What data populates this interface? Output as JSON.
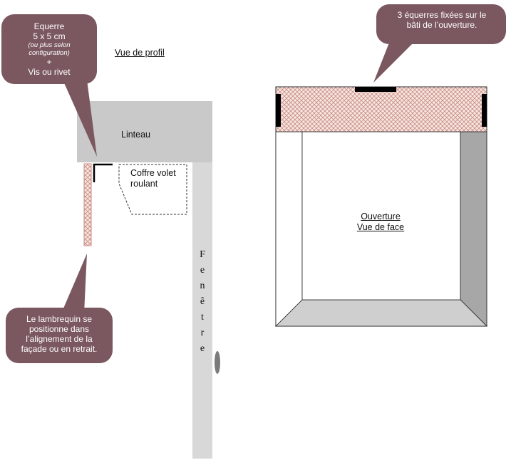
{
  "colors": {
    "callout": "#7b5860",
    "wall": "#c9c9c9",
    "window": "#d8d8d8",
    "hatch": "#c98a80",
    "bracket": "#000000"
  },
  "side_view": {
    "title": "Vue de profil",
    "lintel": "Linteau",
    "box_label_line1": "Coffre volet",
    "box_label_line2": "roulant",
    "window_letters": [
      "F",
      "e",
      "n",
      "ê",
      "t",
      "r",
      "e"
    ]
  },
  "callout_bracket": {
    "line1": "Equerre",
    "line2": "5 x 5 cm",
    "line3": "(ou plus selon",
    "line4": "configuration)",
    "line5": "+",
    "line6": "Vis ou rivet"
  },
  "callout_valance": {
    "line1": "Le lambrequin se",
    "line2": "positionne dans",
    "line3": "l’alignement de la",
    "line4": "façade ou en retrait."
  },
  "callout_front": {
    "line1": "3 équerres fixées sur le",
    "line2": "bâti de l’ouverture."
  },
  "front_view": {
    "line1": "Ouverture",
    "line2": "Vue de face"
  }
}
